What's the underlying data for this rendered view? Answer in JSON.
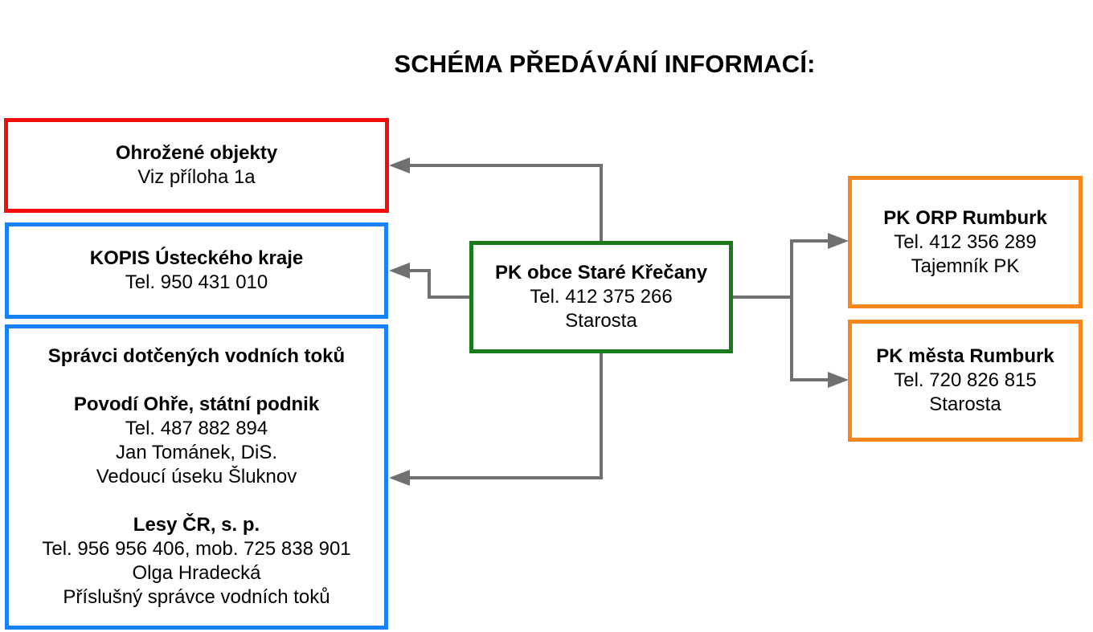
{
  "title": "SCHÉMA PŘEDÁVÁNÍ INFORMACÍ:",
  "colors": {
    "threat": "#f30d0d",
    "authority": "#1781f7",
    "center": "#1b7a1b",
    "crisis": "#f8861a",
    "arrow": "#707070"
  },
  "nodes": {
    "threatened": {
      "name": "Ohrožené objekty",
      "note": "Viz příloha 1a"
    },
    "kopis": {
      "name": "KOPIS Ústeckého kraje",
      "phone": "Tel. 950 431 010"
    },
    "water": {
      "heading": "Správci dotčených vodních toků",
      "povodi": {
        "name": "Povodí Ohře, státní podnik",
        "phone": "Tel. 487 882 894",
        "person": "Jan Tománek, DiS.",
        "role": "Vedoucí úseku Šluknov"
      },
      "lesy": {
        "name": "Lesy ČR, s. p.",
        "phone": "Tel. 956 956 406, mob. 725 838 901",
        "person": "Olga Hradecká",
        "role": "Příslušný správce vodních toků"
      }
    },
    "center": {
      "name": "PK obce Staré Křečany",
      "phone": "Tel. 412 375 266",
      "role": "Starosta"
    },
    "orp": {
      "name": "PK ORP Rumburk",
      "phone": "Tel. 412 356 289",
      "role": "Tajemník PK"
    },
    "city": {
      "name": "PK města Rumburk",
      "phone": "Tel. 720 826 815",
      "role": "Starosta"
    }
  }
}
